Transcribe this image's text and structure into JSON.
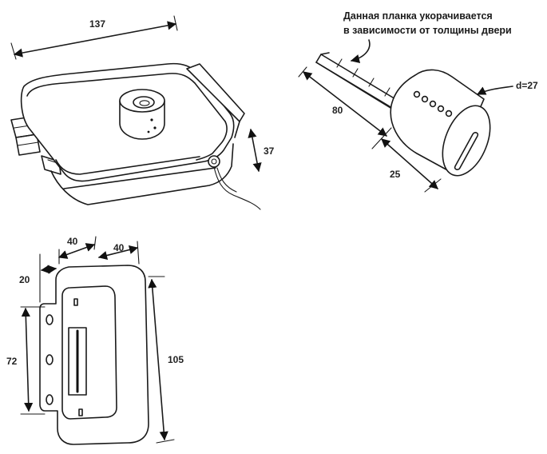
{
  "dimensions": {
    "lock_width": "137",
    "lock_height": "37",
    "strip_length": "80",
    "cylinder_length": "25",
    "cylinder_diameter": "d=27",
    "plate_offset": "20",
    "plate_top_left": "40",
    "plate_top_right": "40",
    "plate_hole_span": "72",
    "plate_height": "105"
  },
  "note": {
    "line1": "Данная планка укорачивается",
    "line2": "в зависимости от толщины двери"
  }
}
